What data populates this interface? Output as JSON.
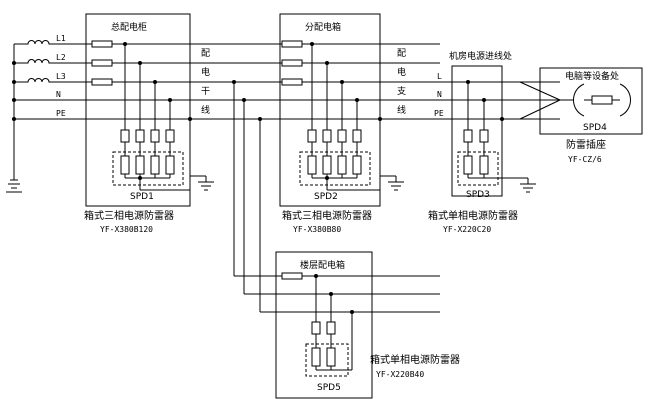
{
  "lines": {
    "phase_labels": [
      "L1",
      "L2",
      "L3",
      "N",
      "PE"
    ],
    "branch_labels": [
      "L",
      "N",
      "PE"
    ]
  },
  "main_panel": {
    "title": "总配电柜",
    "spd": "SPD1",
    "caption": "箱式三相电源防雷器",
    "model": "YF-X380B120"
  },
  "trunk_text": [
    "配",
    "电",
    "干",
    "线"
  ],
  "branch_text": [
    "配",
    "电",
    "支",
    "线"
  ],
  "sub_panel": {
    "title": "分配电箱",
    "spd": "SPD2",
    "caption": "箱式三相电源防雷器",
    "model": "YF-X380B80"
  },
  "room": {
    "title": "机房电源进线处",
    "spd": "SPD3",
    "caption": "箱式单相电源防雷器",
    "model": "YF-X220C20"
  },
  "computer": {
    "title": "电脑等设备处",
    "spd": "SPD4",
    "caption": "防雷插座",
    "model": "YF-CZ/6"
  },
  "floor_panel": {
    "title": "楼层配电箱",
    "spd": "SPD5",
    "caption": "箱式单相电源防雷器",
    "model": "YF-X220B40"
  }
}
